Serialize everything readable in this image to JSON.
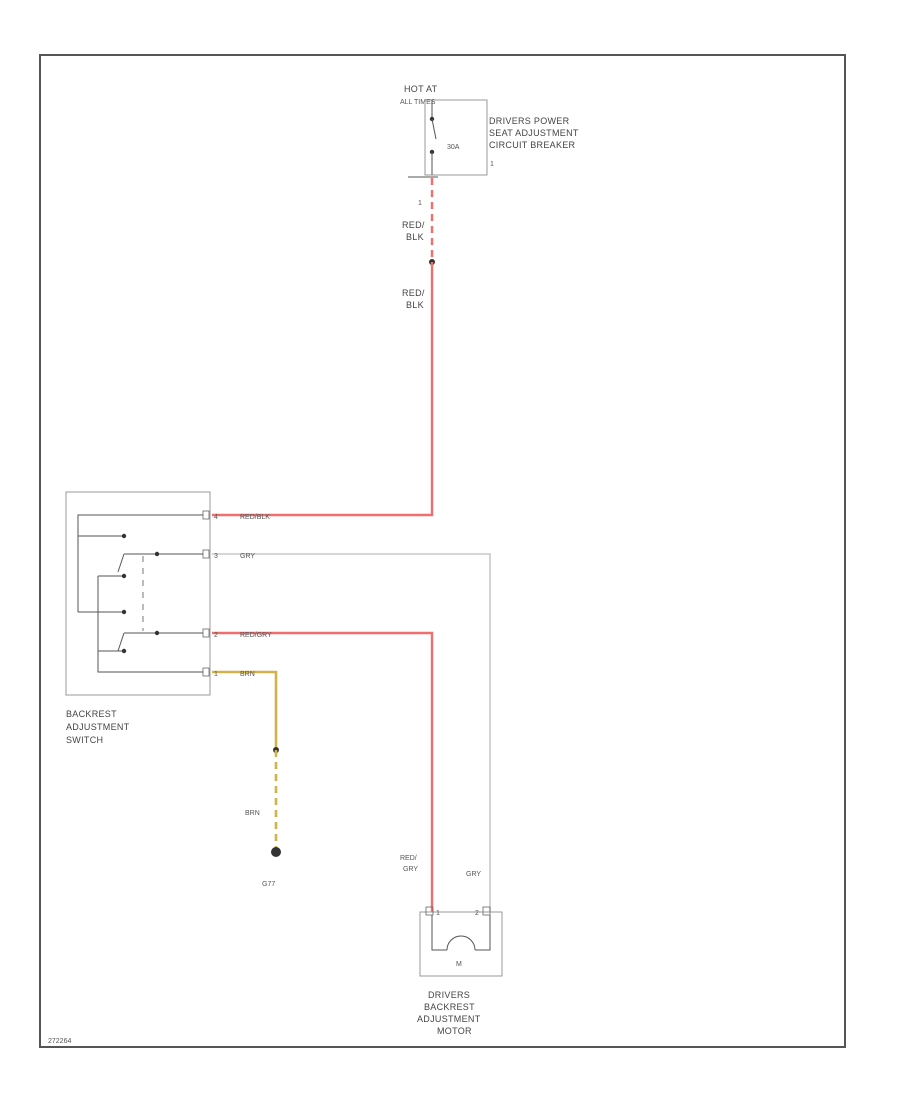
{
  "figure_id": "272264",
  "hot_at_label": "HOT AT",
  "hot_at_sub": "ALL TIMES",
  "breaker": {
    "rating": "30A",
    "name_lines": [
      "DRIVERS POWER",
      "SEAT ADJUSTMENT",
      "CIRCUIT BREAKER"
    ],
    "pin_top": "1",
    "pin_bottom": "1"
  },
  "wire_labels": {
    "top_upper": [
      "RED/",
      "BLK"
    ],
    "top_lower": [
      "RED/",
      "BLK"
    ],
    "red_blk_pin": "RED/BLK",
    "gry_pin": "GRY",
    "red_gry_pin": "RED/GRY",
    "brn_pin": "BRN",
    "brn_vertical": "BRN",
    "motor_red": [
      "RED/",
      "GRY"
    ],
    "motor_gry": "GRY"
  },
  "switch": {
    "name_lines": [
      "BACKREST",
      "ADJUSTMENT",
      "SWITCH"
    ],
    "pins": [
      "4",
      "3",
      "2",
      "1"
    ]
  },
  "ground_label": "G77",
  "motor": {
    "symbol": "M",
    "name_lines": [
      "DRIVERS",
      "BACKREST",
      "ADJUSTMENT",
      "MOTOR"
    ],
    "pins": [
      "1",
      "2"
    ]
  }
}
